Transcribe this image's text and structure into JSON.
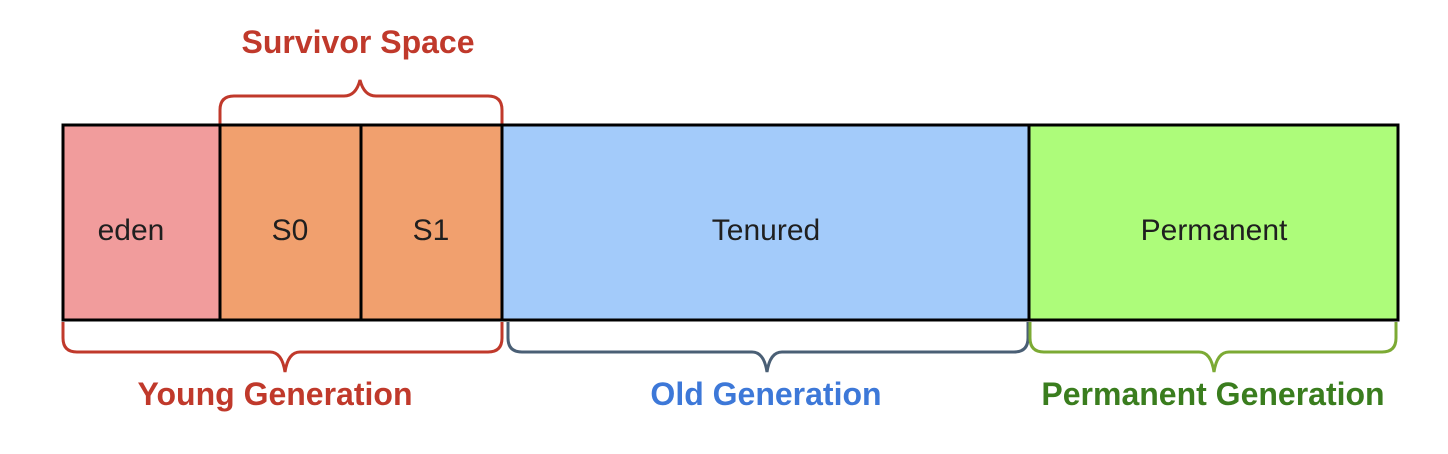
{
  "segments": [
    {
      "id": "eden",
      "label": "eden",
      "color": "#f19c9c"
    },
    {
      "id": "s0",
      "label": "S0",
      "color": "#f1a06e"
    },
    {
      "id": "s1",
      "label": "S1",
      "color": "#f1a06e"
    },
    {
      "id": "tenured",
      "label": "Tenured",
      "color": "#a3cbfa"
    },
    {
      "id": "permanent",
      "label": "Permanent",
      "color": "#adfc7a"
    }
  ],
  "groups": {
    "survivor_space": {
      "label": "Survivor Space",
      "color": "#c0392b"
    },
    "young_generation": {
      "label": "Young Generation",
      "color": "#c0392b"
    },
    "old_generation": {
      "label": "Old Generation",
      "color": "#3d78d8"
    },
    "permanent_generation": {
      "label": "Permanent Generation",
      "color": "#3a7d1e"
    }
  },
  "bracket_colors": {
    "young": "#c0392b",
    "old": "#4a5f75",
    "permanent": "#7caa34"
  }
}
